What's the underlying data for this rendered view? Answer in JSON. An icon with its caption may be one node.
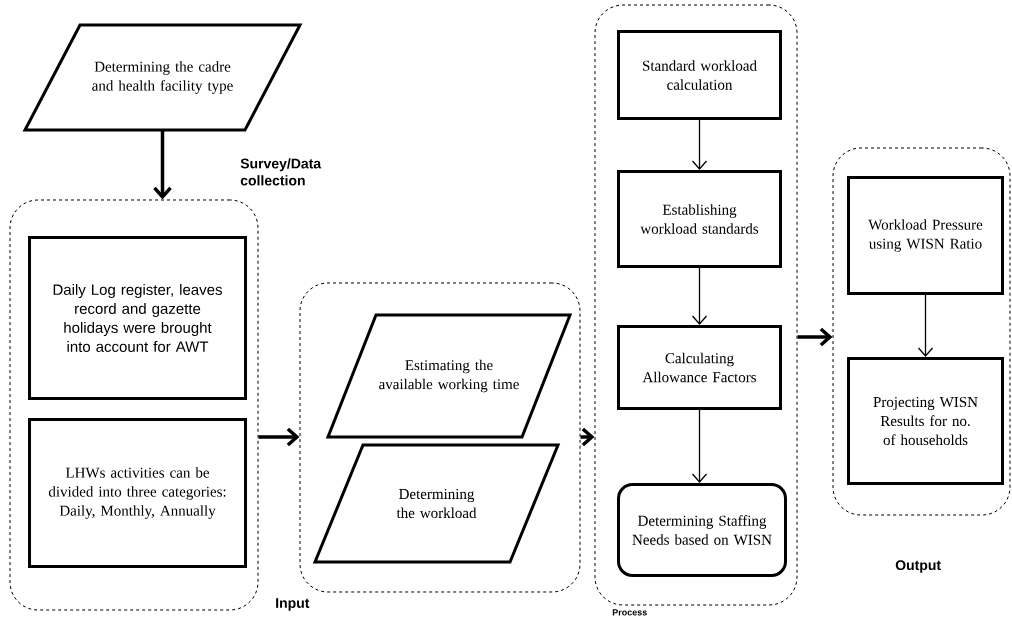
{
  "diagram": {
    "nodes": [
      {
        "text": [
          "Determining the cadre and health facility type"
        ]
      },
      {
        "text": [
          "Survey/Data collection"
        ]
      },
      {
        "text": [
          "Daily Log register, leaves record and gazette holidays were brought into account for AWT"
        ],
        "in": 1
      },
      {
        "text": [
          "LHWs activities can be divided into three categories: Daily, Monthly, Annually"
        ],
        "in": 1
      },
      {
        "text": [
          "Input"
        ]
      },
      {
        "text": [
          "Estimating the available working time"
        ],
        "in": 4
      },
      {
        "text": [
          "Determining the workload"
        ],
        "in": 4
      },
      {
        "text": [
          "Process"
        ]
      },
      {
        "text": [
          "Standard workload calculation"
        ],
        "in": 7
      },
      {
        "text": [
          "Establishing workload standards"
        ],
        "in": 7
      },
      {
        "text": [
          "Calculating Allowance Factors"
        ],
        "in": 7
      },
      {
        "text": [
          "Determining Staffing Needs based on WISN"
        ],
        "in": 7
      },
      {
        "text": [
          "Output"
        ]
      },
      {
        "text": [
          "Workload Pressure using WISN Ratio"
        ],
        "in": 12
      },
      {
        "text": [
          "Projecting WISN Results for no. of households"
        ],
        "in": 12
      }
    ],
    "edges": [
      {
        "from": 0,
        "to": 1,
        "arrow": "to",
        "style": "thick"
      },
      {
        "from": 1,
        "to": 4,
        "arrow": "to",
        "style": "thick"
      },
      {
        "from": 4,
        "to": 7,
        "arrow": "to",
        "style": "thick"
      },
      {
        "from": 7,
        "to": 12,
        "arrow": "to",
        "style": "thick"
      },
      {
        "from": 8,
        "to": 9,
        "arrow": "to"
      },
      {
        "from": 9,
        "to": 10,
        "arrow": "to"
      },
      {
        "from": 10,
        "to": 11,
        "arrow": "to"
      },
      {
        "from": 13,
        "to": 14,
        "arrow": "to"
      }
    ]
  }
}
